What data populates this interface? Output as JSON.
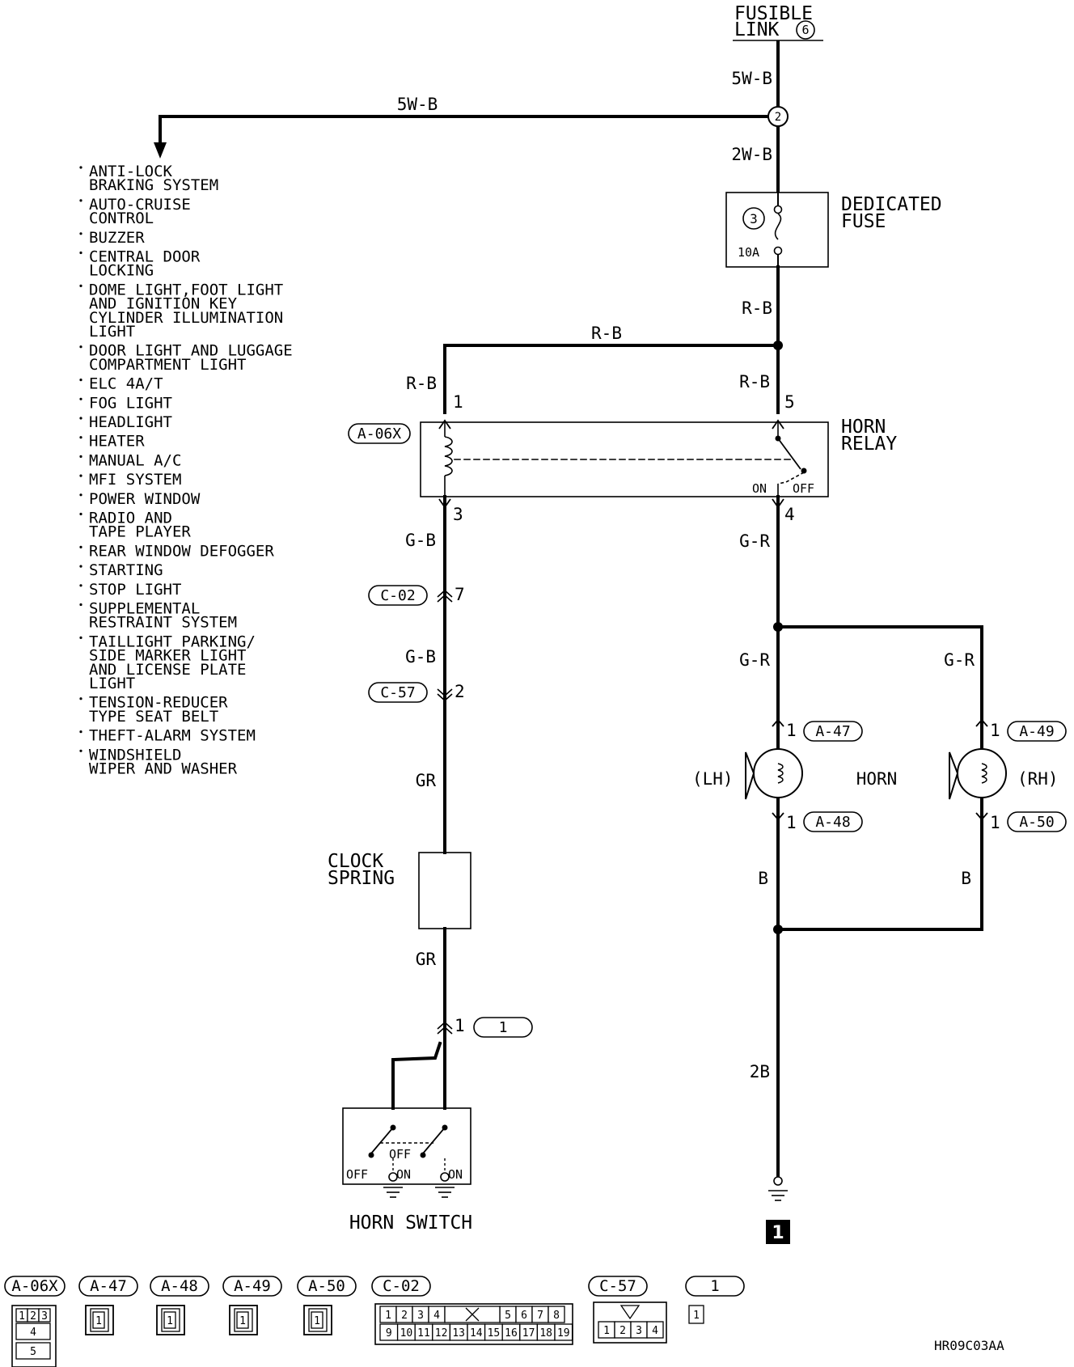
{
  "power_source": {
    "line1": "FUSIBLE",
    "line2": "LINK",
    "num": "6"
  },
  "wires": {
    "w_5wb_top": "5W-B",
    "w_5wb_branch": "5W-B",
    "w_2wb": "2W-B",
    "w_rb_fuse": "R-B",
    "w_rb_horiz": "R-B",
    "w_rb_left": "R-B",
    "w_rb_right": "R-B",
    "w_gb_1": "G-B",
    "w_gb_2": "G-B",
    "w_gr_relay": "G-R",
    "w_gr_lh": "G-R",
    "w_gr_rh": "G-R",
    "w_gr_1": "GR",
    "w_gr_2": "GR",
    "w_b_lh": "B",
    "w_b_rh": "B",
    "w_2b": "2B"
  },
  "junction_num": "2",
  "fuse": {
    "num": "3",
    "rating": "10A",
    "line1": "DEDICATED",
    "line2": "FUSE"
  },
  "relay": {
    "line1": "HORN",
    "line2": "RELAY",
    "connector": "A-06X",
    "pin1": "1",
    "pin3": "3",
    "pin4": "4",
    "pin5": "5",
    "on": "ON",
    "off": "OFF"
  },
  "connectors": {
    "c02": "C-02",
    "c02_pin": "7",
    "c57": "C-57",
    "c57_pin": "2",
    "c1": "1",
    "c1_pin": "1"
  },
  "clock_spring": {
    "line1": "CLOCK",
    "line2": "SPRING"
  },
  "horn": {
    "label": "HORN",
    "lh": "(LH)",
    "rh": "(RH)",
    "a47": "A-47",
    "a48": "A-48",
    "a49": "A-49",
    "a50": "A-50",
    "pin": "1"
  },
  "horn_switch": {
    "label": "HORN SWITCH",
    "off": "OFF",
    "on": "ON"
  },
  "ground_num": "1",
  "systems": [
    [
      "ANTI-LOCK",
      "BRAKING SYSTEM"
    ],
    [
      "AUTO-CRUISE",
      "CONTROL"
    ],
    [
      "BUZZER"
    ],
    [
      "CENTRAL DOOR",
      "LOCKING"
    ],
    [
      "DOME LIGHT,FOOT LIGHT",
      "AND IGNITION KEY",
      "CYLINDER ILLUMINATION",
      "LIGHT"
    ],
    [
      "DOOR LIGHT AND LUGGAGE",
      "COMPARTMENT LIGHT"
    ],
    [
      "ELC 4A/T"
    ],
    [
      "FOG LIGHT"
    ],
    [
      "HEADLIGHT"
    ],
    [
      "HEATER"
    ],
    [
      "MANUAL A/C"
    ],
    [
      "MFI SYSTEM"
    ],
    [
      "POWER WINDOW"
    ],
    [
      "RADIO AND",
      "TAPE PLAYER"
    ],
    [
      "REAR WINDOW DEFOGGER"
    ],
    [
      "STARTING"
    ],
    [
      "STOP LIGHT"
    ],
    [
      "SUPPLEMENTAL",
      "RESTRAINT SYSTEM"
    ],
    [
      "TAILLIGHT PARKING/",
      "SIDE MARKER LIGHT",
      "AND LICENSE PLATE",
      "LIGHT"
    ],
    [
      "TENSION-REDUCER",
      "TYPE SEAT BELT"
    ],
    [
      "THEFT-ALARM SYSTEM"
    ],
    [
      "WINDSHIELD",
      "WIPER AND WASHER"
    ]
  ],
  "legend": {
    "labels": [
      "A-06X",
      "A-47",
      "A-48",
      "A-49",
      "A-50",
      "C-02",
      "C-57",
      "1"
    ],
    "a06x_pins": [
      "1",
      "2",
      "3",
      "4",
      "5"
    ],
    "single_pin": "1",
    "c02_top": [
      "1",
      "2",
      "3",
      "4",
      "5",
      "6",
      "7",
      "8"
    ],
    "c02_bottom": [
      "9",
      "10",
      "11",
      "12",
      "13",
      "14",
      "15",
      "16",
      "17",
      "18",
      "19"
    ],
    "c57_pins": [
      "1",
      "2",
      "3",
      "4"
    ],
    "c1_pin": "1"
  },
  "diagram_code": "HR09C03AA"
}
